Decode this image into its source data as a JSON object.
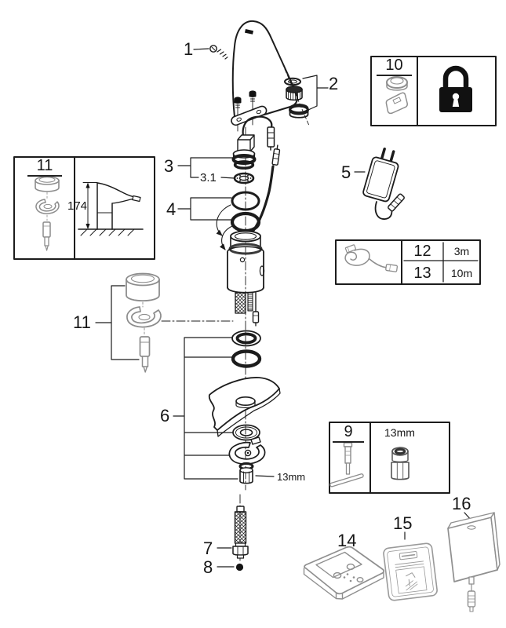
{
  "diagram": {
    "callouts": {
      "c1": "1",
      "c2": "2",
      "c3": "3",
      "c3_1": "3.1",
      "c4": "4",
      "c5": "5",
      "c6": "6",
      "c7": "7",
      "c8": "8",
      "c11": "11",
      "c14": "14",
      "c15": "15",
      "c16": "16"
    },
    "annotations": {
      "nut_size": "13mm"
    },
    "boxes": {
      "lock_box": {
        "number": "10"
      },
      "spout_box": {
        "number": "11",
        "height": "174"
      },
      "tool_box": {
        "number": "9",
        "size": "13mm"
      },
      "cable_table": {
        "rows": [
          {
            "number": "12",
            "length": "3m"
          },
          {
            "number": "13",
            "length": "10m"
          }
        ]
      }
    }
  }
}
